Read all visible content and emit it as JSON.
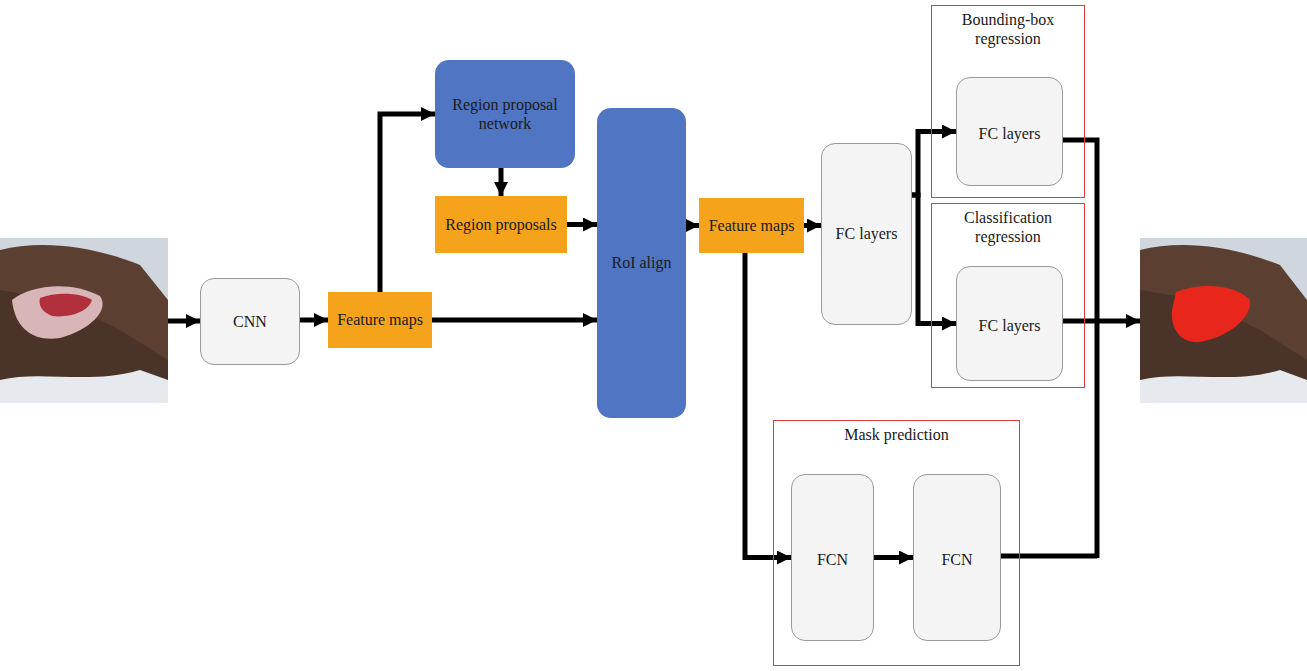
{
  "diagram": {
    "nodes": [
      {
        "text": [
          "CNN"
        ]
      },
      {
        "text": [
          "Feature maps"
        ]
      },
      {
        "text": [
          "Region proposal network"
        ]
      },
      {
        "text": [
          "Region proposals"
        ]
      },
      {
        "text": [
          "RoI align"
        ]
      },
      {
        "text": [
          "Feature maps"
        ]
      },
      {
        "text": [
          "FC layers"
        ]
      },
      {
        "text": [
          "Bounding-box regression"
        ]
      },
      {
        "text": [
          "FC layers"
        ],
        "in": 7
      },
      {
        "text": [
          "Classification regression"
        ]
      },
      {
        "text": [
          "FC layers"
        ],
        "in": 9
      },
      {
        "text": [
          "Mask prediction"
        ]
      },
      {
        "text": [
          "FCN"
        ],
        "in": 11
      },
      {
        "text": [
          "FCN"
        ],
        "in": 11
      }
    ],
    "edges": [
      {
        "from": 0,
        "to": 1,
        "arrow": "to"
      },
      {
        "from": 1,
        "to": 2,
        "arrow": "to"
      },
      {
        "from": 1,
        "to": 4,
        "arrow": "to"
      },
      {
        "from": 2,
        "to": 3,
        "arrow": "to"
      },
      {
        "from": 3,
        "to": 4,
        "arrow": "to"
      },
      {
        "from": 4,
        "to": 5,
        "arrow": "to"
      },
      {
        "from": 5,
        "to": 6,
        "arrow": "to"
      },
      {
        "from": 6,
        "to": 8,
        "arrow": "to"
      },
      {
        "from": 6,
        "to": 10,
        "arrow": "to"
      },
      {
        "from": 5,
        "to": 12,
        "arrow": "to"
      },
      {
        "from": 12,
        "to": 13,
        "arrow": "to"
      }
    ]
  }
}
